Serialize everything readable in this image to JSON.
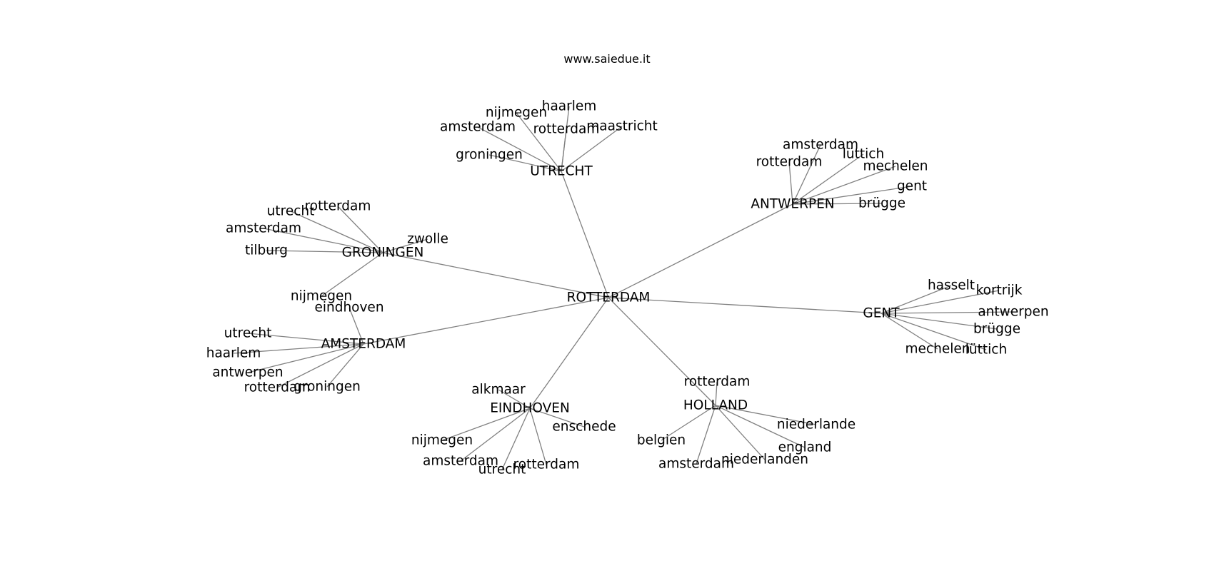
{
  "title": "www.saiedue.it",
  "colors": {
    "edge": "#808080",
    "text": "#000000",
    "background": "#ffffff"
  },
  "nodes": [
    {
      "id": "rotterdam_hub",
      "label": "ROTTERDAM"
    },
    {
      "id": "utrecht_hub",
      "label": "UTRECHT"
    },
    {
      "id": "antwerpen_hub",
      "label": "ANTWERPEN"
    },
    {
      "id": "groningen_hub",
      "label": "GRONINGEN"
    },
    {
      "id": "gent_hub",
      "label": "GENT"
    },
    {
      "id": "amsterdam_hub",
      "label": "AMSTERDAM"
    },
    {
      "id": "eindhoven_hub",
      "label": "EINDHOVEN"
    },
    {
      "id": "holland_hub",
      "label": "HOLLAND"
    },
    {
      "id": "u_haarlem",
      "label": "haarlem"
    },
    {
      "id": "u_nijmegen",
      "label": "nijmegen"
    },
    {
      "id": "u_amsterdam",
      "label": "amsterdam"
    },
    {
      "id": "u_rotterdam",
      "label": "rotterdam"
    },
    {
      "id": "u_maastricht",
      "label": "maastricht"
    },
    {
      "id": "u_groningen",
      "label": "groningen"
    },
    {
      "id": "a_amsterdam",
      "label": "amsterdam"
    },
    {
      "id": "a_rotterdam",
      "label": "rotterdam"
    },
    {
      "id": "a_luttich",
      "label": "lüttich"
    },
    {
      "id": "a_mechelen",
      "label": "mechelen"
    },
    {
      "id": "a_gent",
      "label": "gent"
    },
    {
      "id": "a_brugge",
      "label": "brügge"
    },
    {
      "id": "g_utrecht",
      "label": "utrecht"
    },
    {
      "id": "g_rotterdam",
      "label": "rotterdam"
    },
    {
      "id": "g_amsterdam",
      "label": "amsterdam"
    },
    {
      "id": "g_zwolle",
      "label": "zwolle"
    },
    {
      "id": "g_tilburg",
      "label": "tilburg"
    },
    {
      "id": "g_nijmegen",
      "label": "nijmegen"
    },
    {
      "id": "ge_hasselt",
      "label": "hasselt"
    },
    {
      "id": "ge_kortrijk",
      "label": "kortrijk"
    },
    {
      "id": "ge_antwerpen",
      "label": "antwerpen"
    },
    {
      "id": "ge_brugge",
      "label": "brügge"
    },
    {
      "id": "ge_mechelen",
      "label": "mechelen"
    },
    {
      "id": "ge_luttich",
      "label": "lüttich"
    },
    {
      "id": "am_eindhoven",
      "label": "eindhoven"
    },
    {
      "id": "am_utrecht",
      "label": "utrecht"
    },
    {
      "id": "am_haarlem",
      "label": "haarlem"
    },
    {
      "id": "am_antwerpen",
      "label": "antwerpen"
    },
    {
      "id": "am_rotterdam",
      "label": "rotterdam"
    },
    {
      "id": "am_groningen",
      "label": "groningen"
    },
    {
      "id": "e_alkmaar",
      "label": "alkmaar"
    },
    {
      "id": "e_enschede",
      "label": "enschede"
    },
    {
      "id": "e_nijmegen",
      "label": "nijmegen"
    },
    {
      "id": "e_amsterdam",
      "label": "amsterdam"
    },
    {
      "id": "e_utrecht",
      "label": "utrecht"
    },
    {
      "id": "e_rotterdam",
      "label": "rotterdam"
    },
    {
      "id": "h_rotterdam",
      "label": "rotterdam"
    },
    {
      "id": "h_niederlande",
      "label": "niederlande"
    },
    {
      "id": "h_belgien",
      "label": "belgien"
    },
    {
      "id": "h_england",
      "label": "england"
    },
    {
      "id": "h_amsterdam",
      "label": "amsterdam"
    },
    {
      "id": "h_niederlanden",
      "label": "niederlanden"
    }
  ],
  "edges": [
    [
      "rotterdam_hub",
      "utrecht_hub"
    ],
    [
      "rotterdam_hub",
      "antwerpen_hub"
    ],
    [
      "rotterdam_hub",
      "groningen_hub"
    ],
    [
      "rotterdam_hub",
      "gent_hub"
    ],
    [
      "rotterdam_hub",
      "amsterdam_hub"
    ],
    [
      "rotterdam_hub",
      "eindhoven_hub"
    ],
    [
      "rotterdam_hub",
      "holland_hub"
    ],
    [
      "utrecht_hub",
      "u_haarlem"
    ],
    [
      "utrecht_hub",
      "u_nijmegen"
    ],
    [
      "utrecht_hub",
      "u_amsterdam"
    ],
    [
      "utrecht_hub",
      "u_rotterdam"
    ],
    [
      "utrecht_hub",
      "u_maastricht"
    ],
    [
      "utrecht_hub",
      "u_groningen"
    ],
    [
      "antwerpen_hub",
      "a_amsterdam"
    ],
    [
      "antwerpen_hub",
      "a_rotterdam"
    ],
    [
      "antwerpen_hub",
      "a_luttich"
    ],
    [
      "antwerpen_hub",
      "a_mechelen"
    ],
    [
      "antwerpen_hub",
      "a_gent"
    ],
    [
      "antwerpen_hub",
      "a_brugge"
    ],
    [
      "groningen_hub",
      "g_utrecht"
    ],
    [
      "groningen_hub",
      "g_rotterdam"
    ],
    [
      "groningen_hub",
      "g_amsterdam"
    ],
    [
      "groningen_hub",
      "g_zwolle"
    ],
    [
      "groningen_hub",
      "g_tilburg"
    ],
    [
      "groningen_hub",
      "g_nijmegen"
    ],
    [
      "gent_hub",
      "ge_hasselt"
    ],
    [
      "gent_hub",
      "ge_kortrijk"
    ],
    [
      "gent_hub",
      "ge_antwerpen"
    ],
    [
      "gent_hub",
      "ge_brugge"
    ],
    [
      "gent_hub",
      "ge_mechelen"
    ],
    [
      "gent_hub",
      "ge_luttich"
    ],
    [
      "amsterdam_hub",
      "am_eindhoven"
    ],
    [
      "amsterdam_hub",
      "am_utrecht"
    ],
    [
      "amsterdam_hub",
      "am_haarlem"
    ],
    [
      "amsterdam_hub",
      "am_antwerpen"
    ],
    [
      "amsterdam_hub",
      "am_rotterdam"
    ],
    [
      "amsterdam_hub",
      "am_groningen"
    ],
    [
      "eindhoven_hub",
      "e_alkmaar"
    ],
    [
      "eindhoven_hub",
      "e_enschede"
    ],
    [
      "eindhoven_hub",
      "e_nijmegen"
    ],
    [
      "eindhoven_hub",
      "e_amsterdam"
    ],
    [
      "eindhoven_hub",
      "e_utrecht"
    ],
    [
      "eindhoven_hub",
      "e_rotterdam"
    ],
    [
      "holland_hub",
      "h_rotterdam"
    ],
    [
      "holland_hub",
      "h_niederlande"
    ],
    [
      "holland_hub",
      "h_belgien"
    ],
    [
      "holland_hub",
      "h_england"
    ],
    [
      "holland_hub",
      "h_amsterdam"
    ],
    [
      "holland_hub",
      "h_niederlanden"
    ]
  ]
}
